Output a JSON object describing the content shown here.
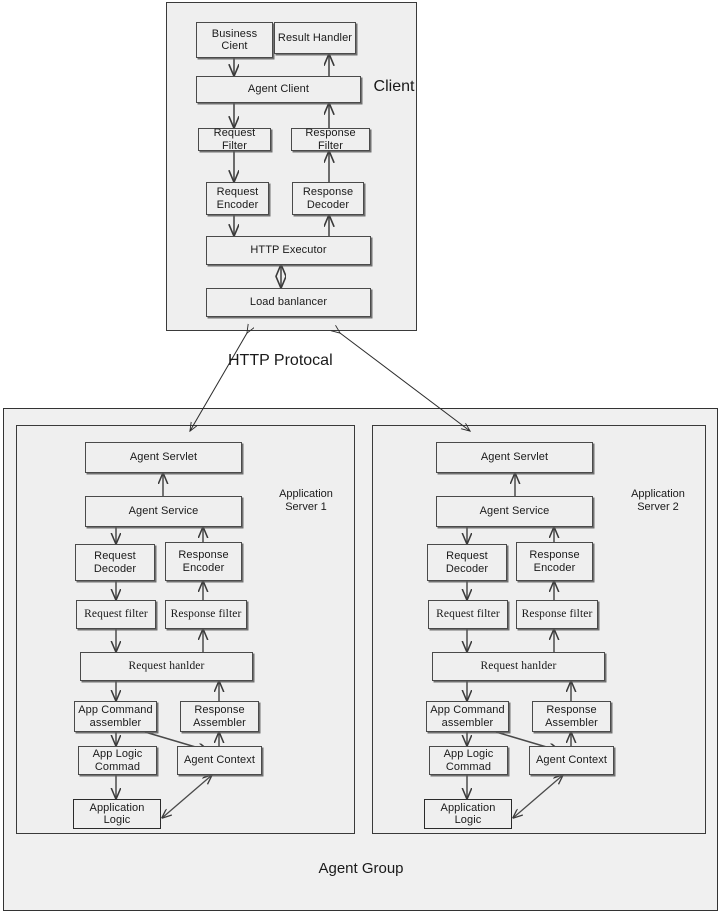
{
  "diagram": {
    "title_client": "Client",
    "title_group": "Agent Group",
    "protocol_label": "HTTP Protocal",
    "server1_label": "Application\nServer 1",
    "server2_label": "Application\nServer 2",
    "colors": {
      "box_fill": "#efefef",
      "box_border": "#4a4a4a",
      "panel_fill": "#f0f0f0",
      "panel_border": "#2b2b2b",
      "line": "#3a3a3a",
      "text": "#1a1a1a"
    }
  },
  "client": {
    "nodes": [
      {
        "id": "business-client",
        "label": "Business\nCient"
      },
      {
        "id": "result-handler",
        "label": "Result Handler"
      },
      {
        "id": "agent-client",
        "label": "Agent Client"
      },
      {
        "id": "request-filter",
        "label": "Request Filter"
      },
      {
        "id": "response-filter",
        "label": "Response Filter"
      },
      {
        "id": "request-encoder",
        "label": "Request\nEncoder"
      },
      {
        "id": "response-decoder",
        "label": "Response\nDecoder"
      },
      {
        "id": "http-executor",
        "label": "HTTP Executor"
      },
      {
        "id": "load-balancer",
        "label": "Load banlancer"
      }
    ]
  },
  "server1": {
    "nodes": [
      {
        "id": "agent-servlet",
        "label": "Agent Servlet"
      },
      {
        "id": "agent-service",
        "label": "Agent Service"
      },
      {
        "id": "request-decoder",
        "label": "Request\nDecoder"
      },
      {
        "id": "response-encoder",
        "label": "Response\nEncoder"
      },
      {
        "id": "request-filter",
        "label": "Request filter"
      },
      {
        "id": "response-filter",
        "label": "Response filter"
      },
      {
        "id": "request-handler",
        "label": "Request hanlder"
      },
      {
        "id": "app-command-assembler",
        "label": "App Command\nassembler"
      },
      {
        "id": "response-assembler",
        "label": "Response\nAssembler"
      },
      {
        "id": "app-logic-command",
        "label": "App Logic\nCommad"
      },
      {
        "id": "agent-context",
        "label": "Agent Context"
      },
      {
        "id": "application-logic",
        "label": "Application Logic"
      }
    ]
  },
  "server2": {
    "nodes": [
      {
        "id": "agent-servlet",
        "label": "Agent Servlet"
      },
      {
        "id": "agent-service",
        "label": "Agent Service"
      },
      {
        "id": "request-decoder",
        "label": "Request\nDecoder"
      },
      {
        "id": "response-encoder",
        "label": "Response\nEncoder"
      },
      {
        "id": "request-filter",
        "label": "Request filter"
      },
      {
        "id": "response-filter",
        "label": "Response filter"
      },
      {
        "id": "request-handler",
        "label": "Request hanlder"
      },
      {
        "id": "app-command-assembler",
        "label": "App Command\nassembler"
      },
      {
        "id": "response-assembler",
        "label": "Response\nAssembler"
      },
      {
        "id": "app-logic-command",
        "label": "App Logic\nCommad"
      },
      {
        "id": "agent-context",
        "label": "Agent Context"
      },
      {
        "id": "application-logic",
        "label": "Application Logic"
      }
    ]
  }
}
